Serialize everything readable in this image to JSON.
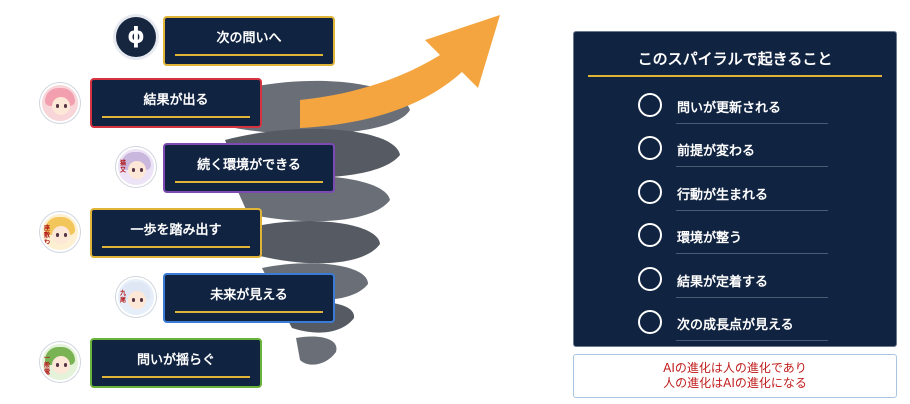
{
  "logo": {
    "symbol": "ϕ"
  },
  "steps": [
    {
      "label": "次の問いへ",
      "border": "#e0b437"
    },
    {
      "label": "結果が出る",
      "border": "#d63340"
    },
    {
      "label": "続く環境ができる",
      "border": "#7d4ab3"
    },
    {
      "label": "一歩を踏み出す",
      "border": "#e0b437"
    },
    {
      "label": "未来が見える",
      "border": "#3b7bd6"
    },
    {
      "label": "問いが揺らぐ",
      "border": "#69b33a"
    }
  ],
  "avatars": [
    {
      "hair": "#f2a0b0",
      "tag": ""
    },
    {
      "hair": "#c9b7de",
      "tag": "猫又"
    },
    {
      "hair": "#f2c65a",
      "tag": "座敷わらし"
    },
    {
      "hair": "#e8eef8",
      "tag": "九尾"
    },
    {
      "hair": "#79b354",
      "tag": "一般電子"
    }
  ],
  "panel": {
    "title": "このスパイラルで起きること",
    "items": [
      "問いが更新される",
      "前提が変わる",
      "行動が生まれる",
      "環境が整う",
      "結果が定着する",
      "次の成長点が見える"
    ]
  },
  "note": {
    "line1": "AIの進化は人の進化であり",
    "line2": "人の進化はAIの進化になる"
  },
  "colors": {
    "navy": "#102341",
    "gold": "#e0b437",
    "arrow": "#f4a540",
    "spiral": "#5b6068",
    "note_text": "#c01c1c"
  }
}
